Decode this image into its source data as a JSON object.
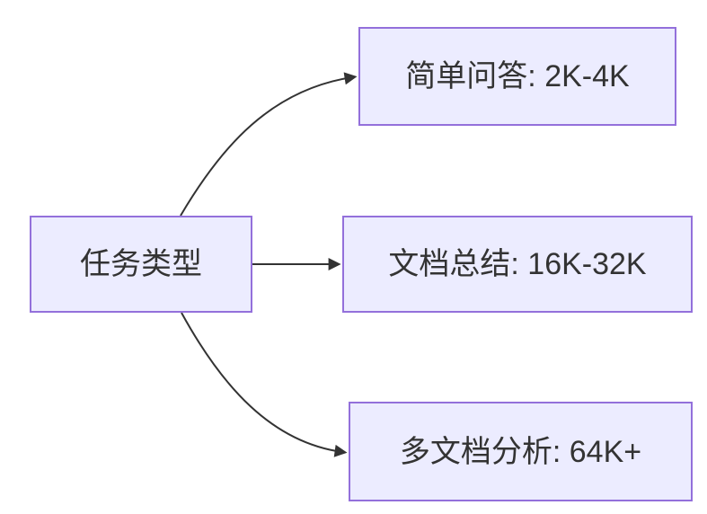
{
  "diagram": {
    "type": "flowchart-LR",
    "root": {
      "label": "任务类型"
    },
    "children": [
      {
        "label": "简单问答: 2K-4K"
      },
      {
        "label": "文档总结: 16K-32K"
      },
      {
        "label": "多文档分析: 64K+"
      }
    ],
    "colors": {
      "node_fill": "#ECECFF",
      "node_border": "#9370DB",
      "edge_stroke": "#333333",
      "text": "#333333",
      "background": "#FFFFFF"
    }
  }
}
